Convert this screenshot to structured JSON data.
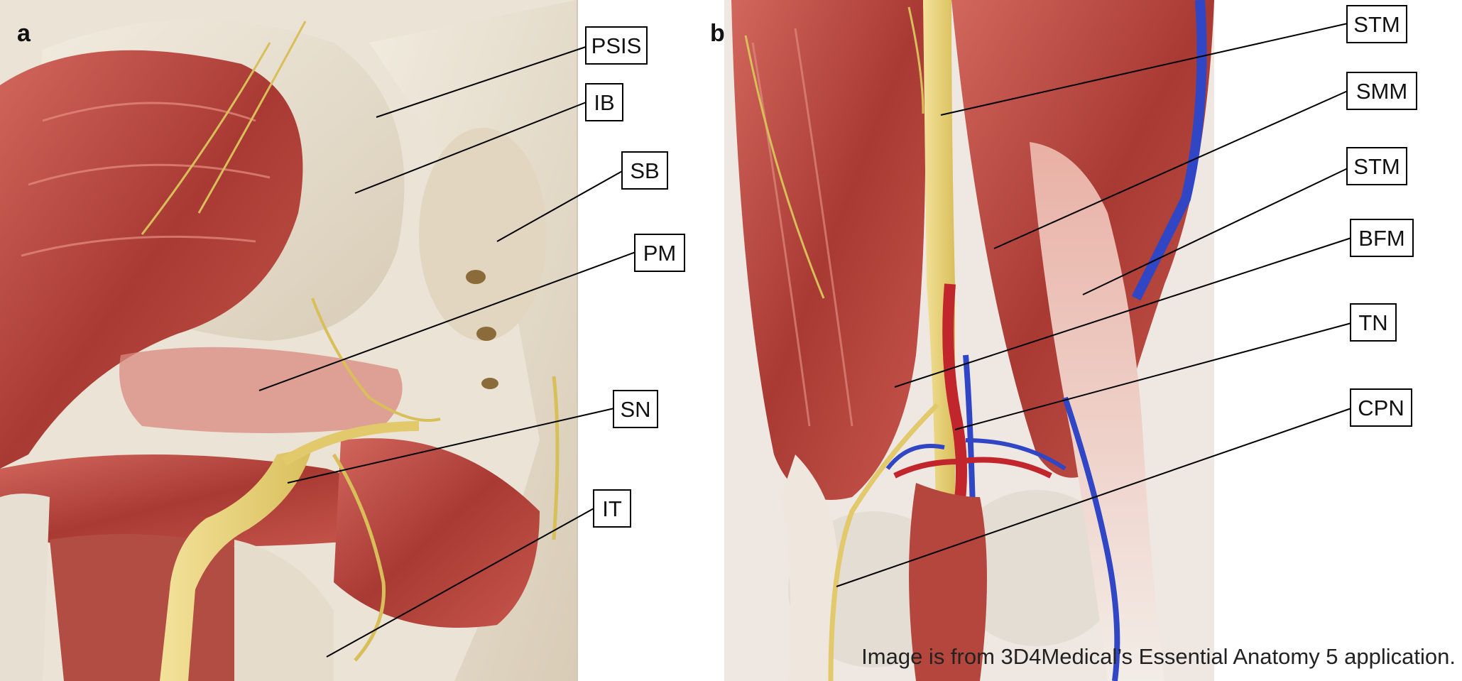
{
  "panels": {
    "a": {
      "letter": "a"
    },
    "b": {
      "letter": "b"
    }
  },
  "labels_a": [
    "PSIS",
    "IB",
    "SB",
    "PM",
    "SN",
    "IT"
  ],
  "labels_b": [
    "STM",
    "SMM",
    "STM",
    "BFM",
    "TN",
    "CPN"
  ],
  "credit": "Image is from 3D4Medical’s Essential Anatomy 5 application.",
  "colors": {
    "muscle": "#b5463d",
    "muscle_light": "#d97a6f",
    "bone": "#e6dccb",
    "nerve": "#e8d47a",
    "artery": "#c0262b",
    "vein": "#3146c4",
    "tendon": "#efe8e2"
  }
}
